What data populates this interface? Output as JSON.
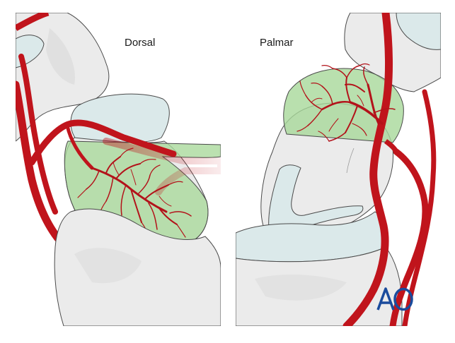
{
  "labels": {
    "left_panel": "Dorsal",
    "right_panel": "Palmar"
  },
  "logo": {
    "text": "AO",
    "color": "#1a4b9c"
  },
  "colors": {
    "bone": "#ebebeb",
    "bone_outline": "#4a4a4a",
    "cartilage": "#dbe9ea",
    "perfusion_zone": "#a8d89a",
    "artery": "#c0141c",
    "artery_dark": "#8a0f14"
  },
  "icons": {
    "logo": "ao-foundation-logo"
  }
}
